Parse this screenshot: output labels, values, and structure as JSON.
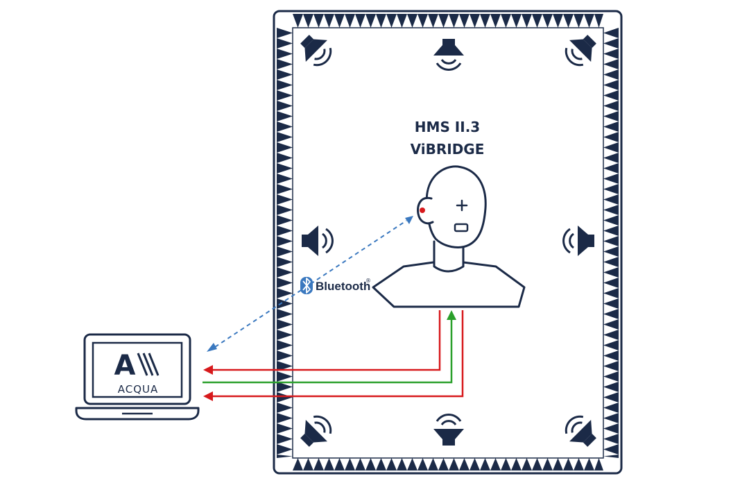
{
  "title_line1": "HMS II.3",
  "title_line2": "ViBRIDGE",
  "bluetooth_label": "Bluetooth",
  "bluetooth_mark": "®",
  "laptop_logo_letter": "A",
  "laptop_label": "ACQUA",
  "colors": {
    "navy": "#1b2a47",
    "red": "#d7191c",
    "green": "#2aa02b",
    "bluetooth_blue": "#3a78bf",
    "background": "#ffffff"
  },
  "icons": [
    "speaker-icon",
    "head-torso-simulator-icon",
    "bluetooth-icon",
    "laptop-icon",
    "acqua-logo-icon"
  ]
}
